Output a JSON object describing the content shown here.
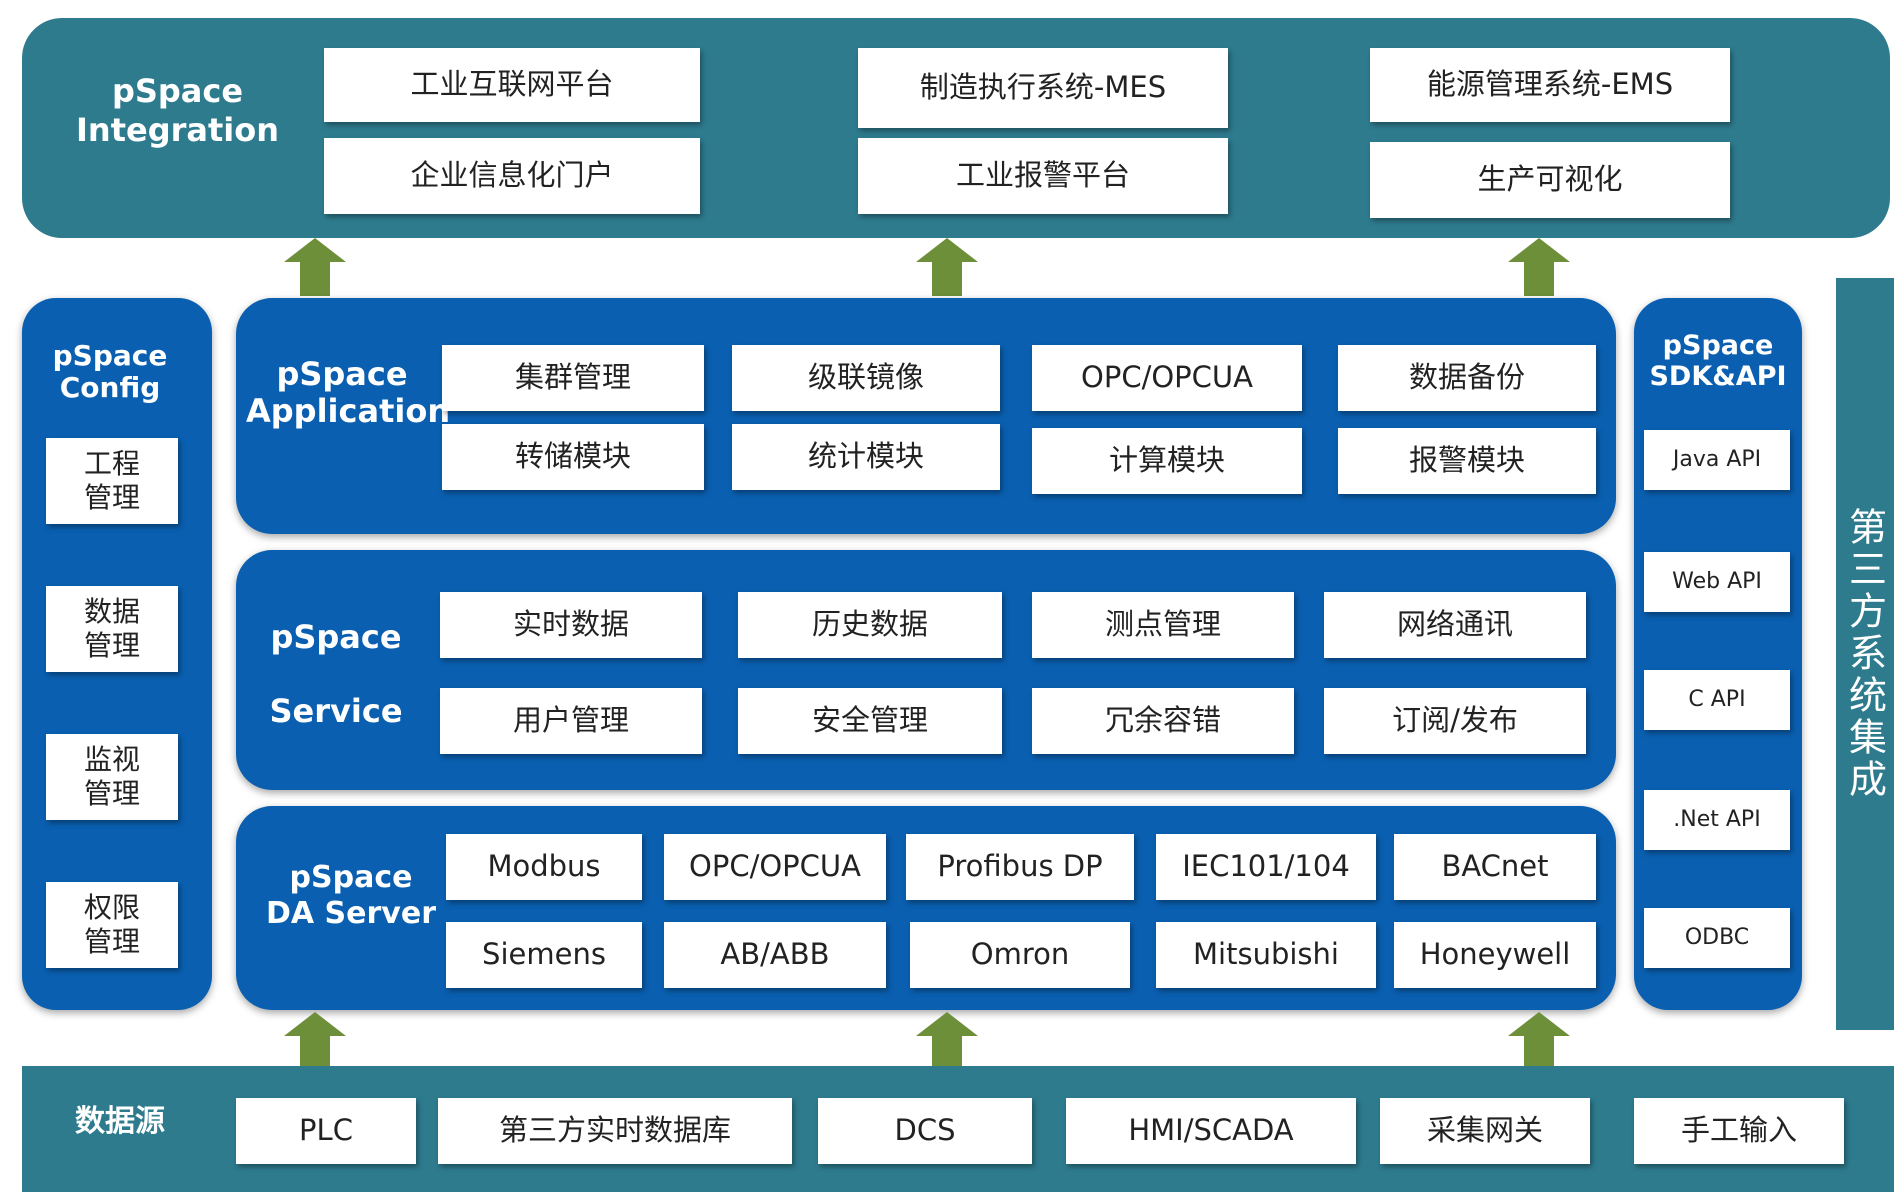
{
  "integration": {
    "title": "pSpace\nIntegration",
    "items": [
      "工业互联网平台",
      "企业信息化门户",
      "制造执行系统-MES",
      "工业报警平台",
      "能源管理系统-EMS",
      "生产可视化"
    ]
  },
  "config": {
    "title": "pSpace\nConfig",
    "items": [
      "工程\n管理",
      "数据\n管理",
      "监视\n管理",
      "权限\n管理"
    ]
  },
  "application": {
    "title": "pSpace\nApplication",
    "items": [
      "集群管理",
      "级联镜像",
      "OPC/OPCUA",
      "数据备份",
      "转储模块",
      "统计模块",
      "计算模块",
      "报警模块"
    ]
  },
  "service": {
    "title_line1": "pSpace",
    "title_line2": "Service",
    "items": [
      "实时数据",
      "历史数据",
      "测点管理",
      "网络通讯",
      "用户管理",
      "安全管理",
      "冗余容错",
      "订阅/发布"
    ]
  },
  "da_server": {
    "title": "pSpace\nDA Server",
    "items": [
      "Modbus",
      "OPC/OPCUA",
      "Profibus DP",
      "IEC101/104",
      "BACnet",
      "Siemens",
      "AB/ABB",
      "Omron",
      "Mitsubishi",
      "Honeywell"
    ]
  },
  "sdk": {
    "title": "pSpace\nSDK&API",
    "items": [
      "Java API",
      "Web API",
      "C API",
      ".Net API",
      "ODBC"
    ]
  },
  "third_party": {
    "label": "第三方系统集成"
  },
  "datasource": {
    "title": "数据源",
    "items": [
      "PLC",
      "第三方实时数据库",
      "DCS",
      "HMI/SCADA",
      "采集网关",
      "手工输入"
    ]
  },
  "colors": {
    "teal": "#2e7b8e",
    "blue": "#0a5fb0",
    "arrow": "#6e8f3a"
  }
}
